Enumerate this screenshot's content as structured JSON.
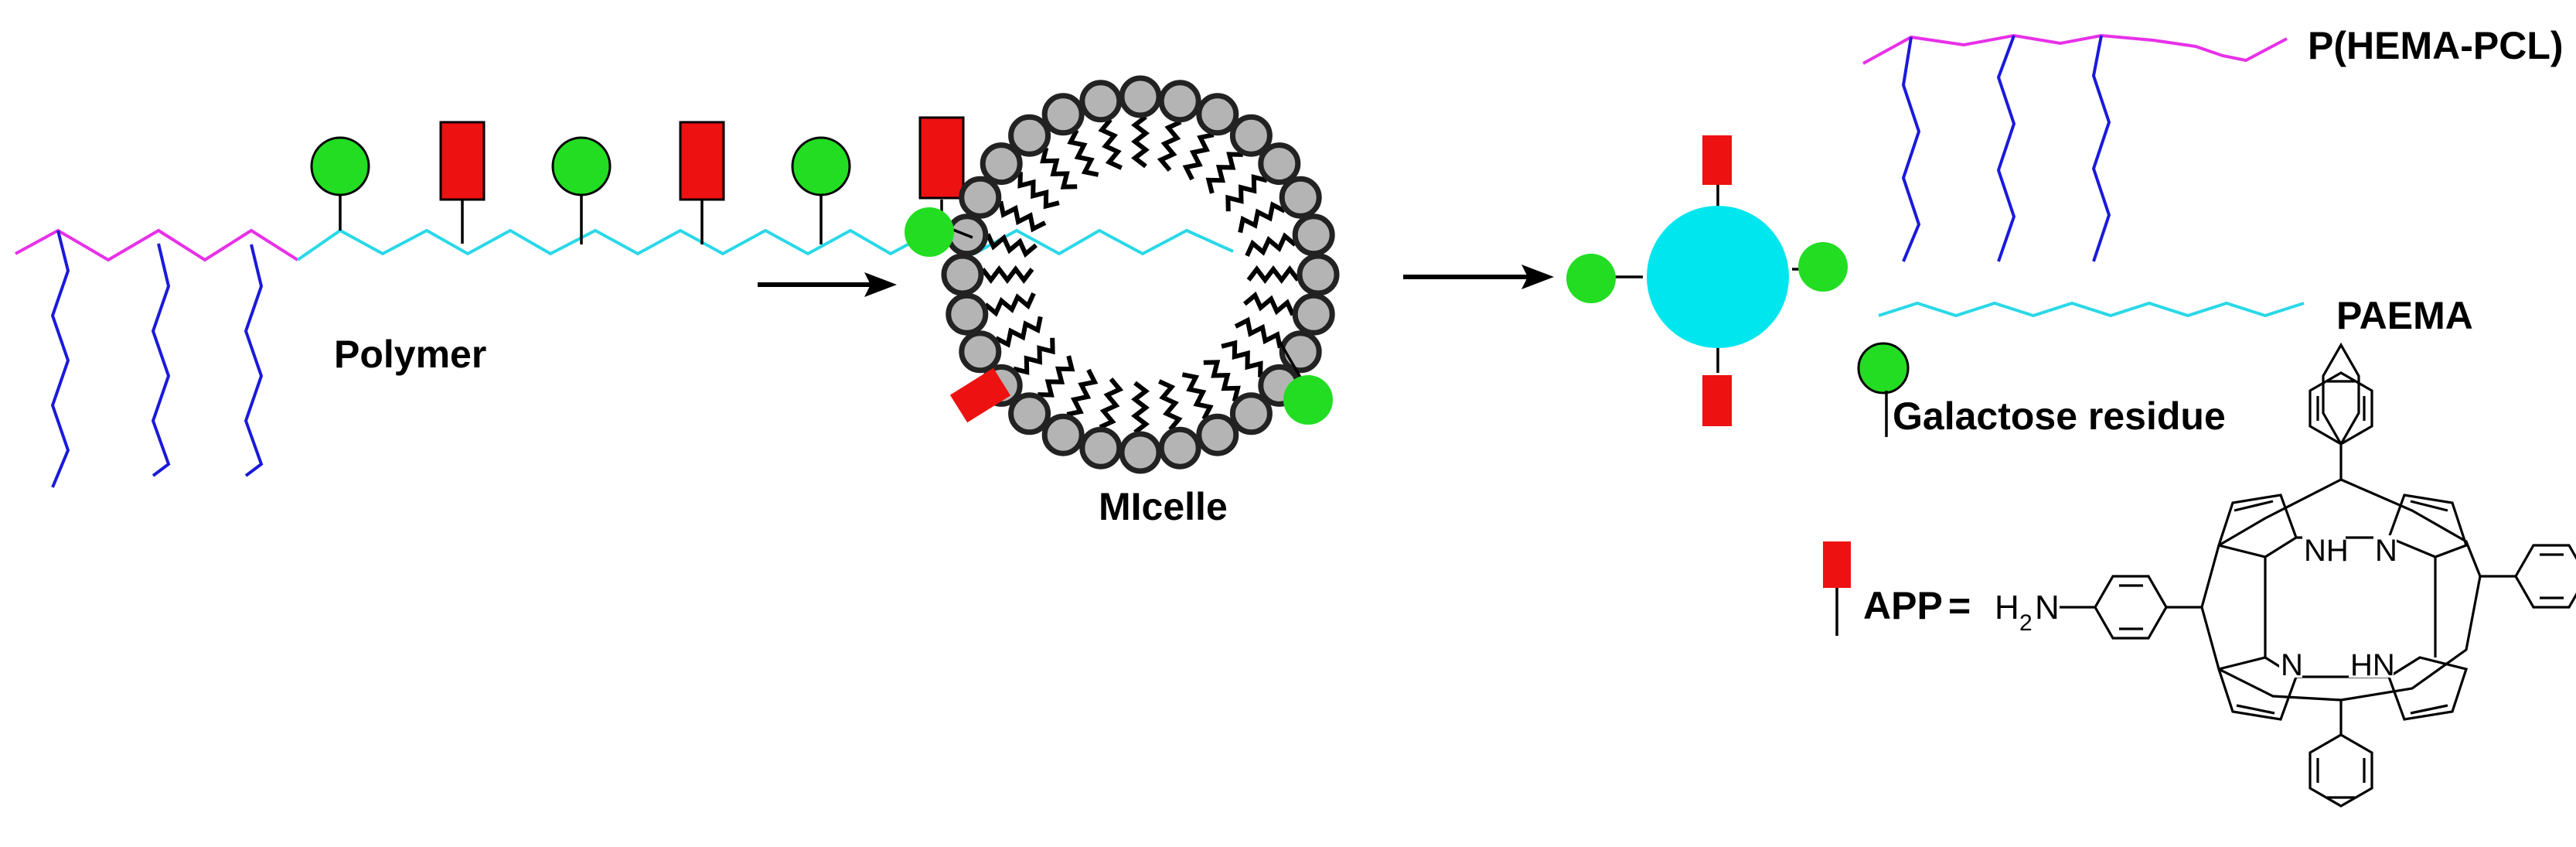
{
  "labels": {
    "polymer": "Polymer",
    "micelle": "MIcelle",
    "p_hema_pcl": "P(HEMA-PCL)",
    "paema": "PAEMA",
    "galactose": "Galactose residue",
    "app": "APP",
    "equals": "="
  },
  "porphyrin": {
    "amine_h": "H",
    "amine_sub": "2",
    "amine_n": "N",
    "nh_top": "NH",
    "n_right": "N",
    "n_left": "N",
    "hn_bottom": "HN"
  },
  "colors": {
    "pcl_side_chain": "#1a1adb",
    "hema_backbone": "#e830e8",
    "paema_backbone": "#2ad8e8",
    "galactose": "#22dd22",
    "app": "#ee1111",
    "micelle_core": "#00e6ee",
    "lipid_head": "#b4b4b4"
  }
}
